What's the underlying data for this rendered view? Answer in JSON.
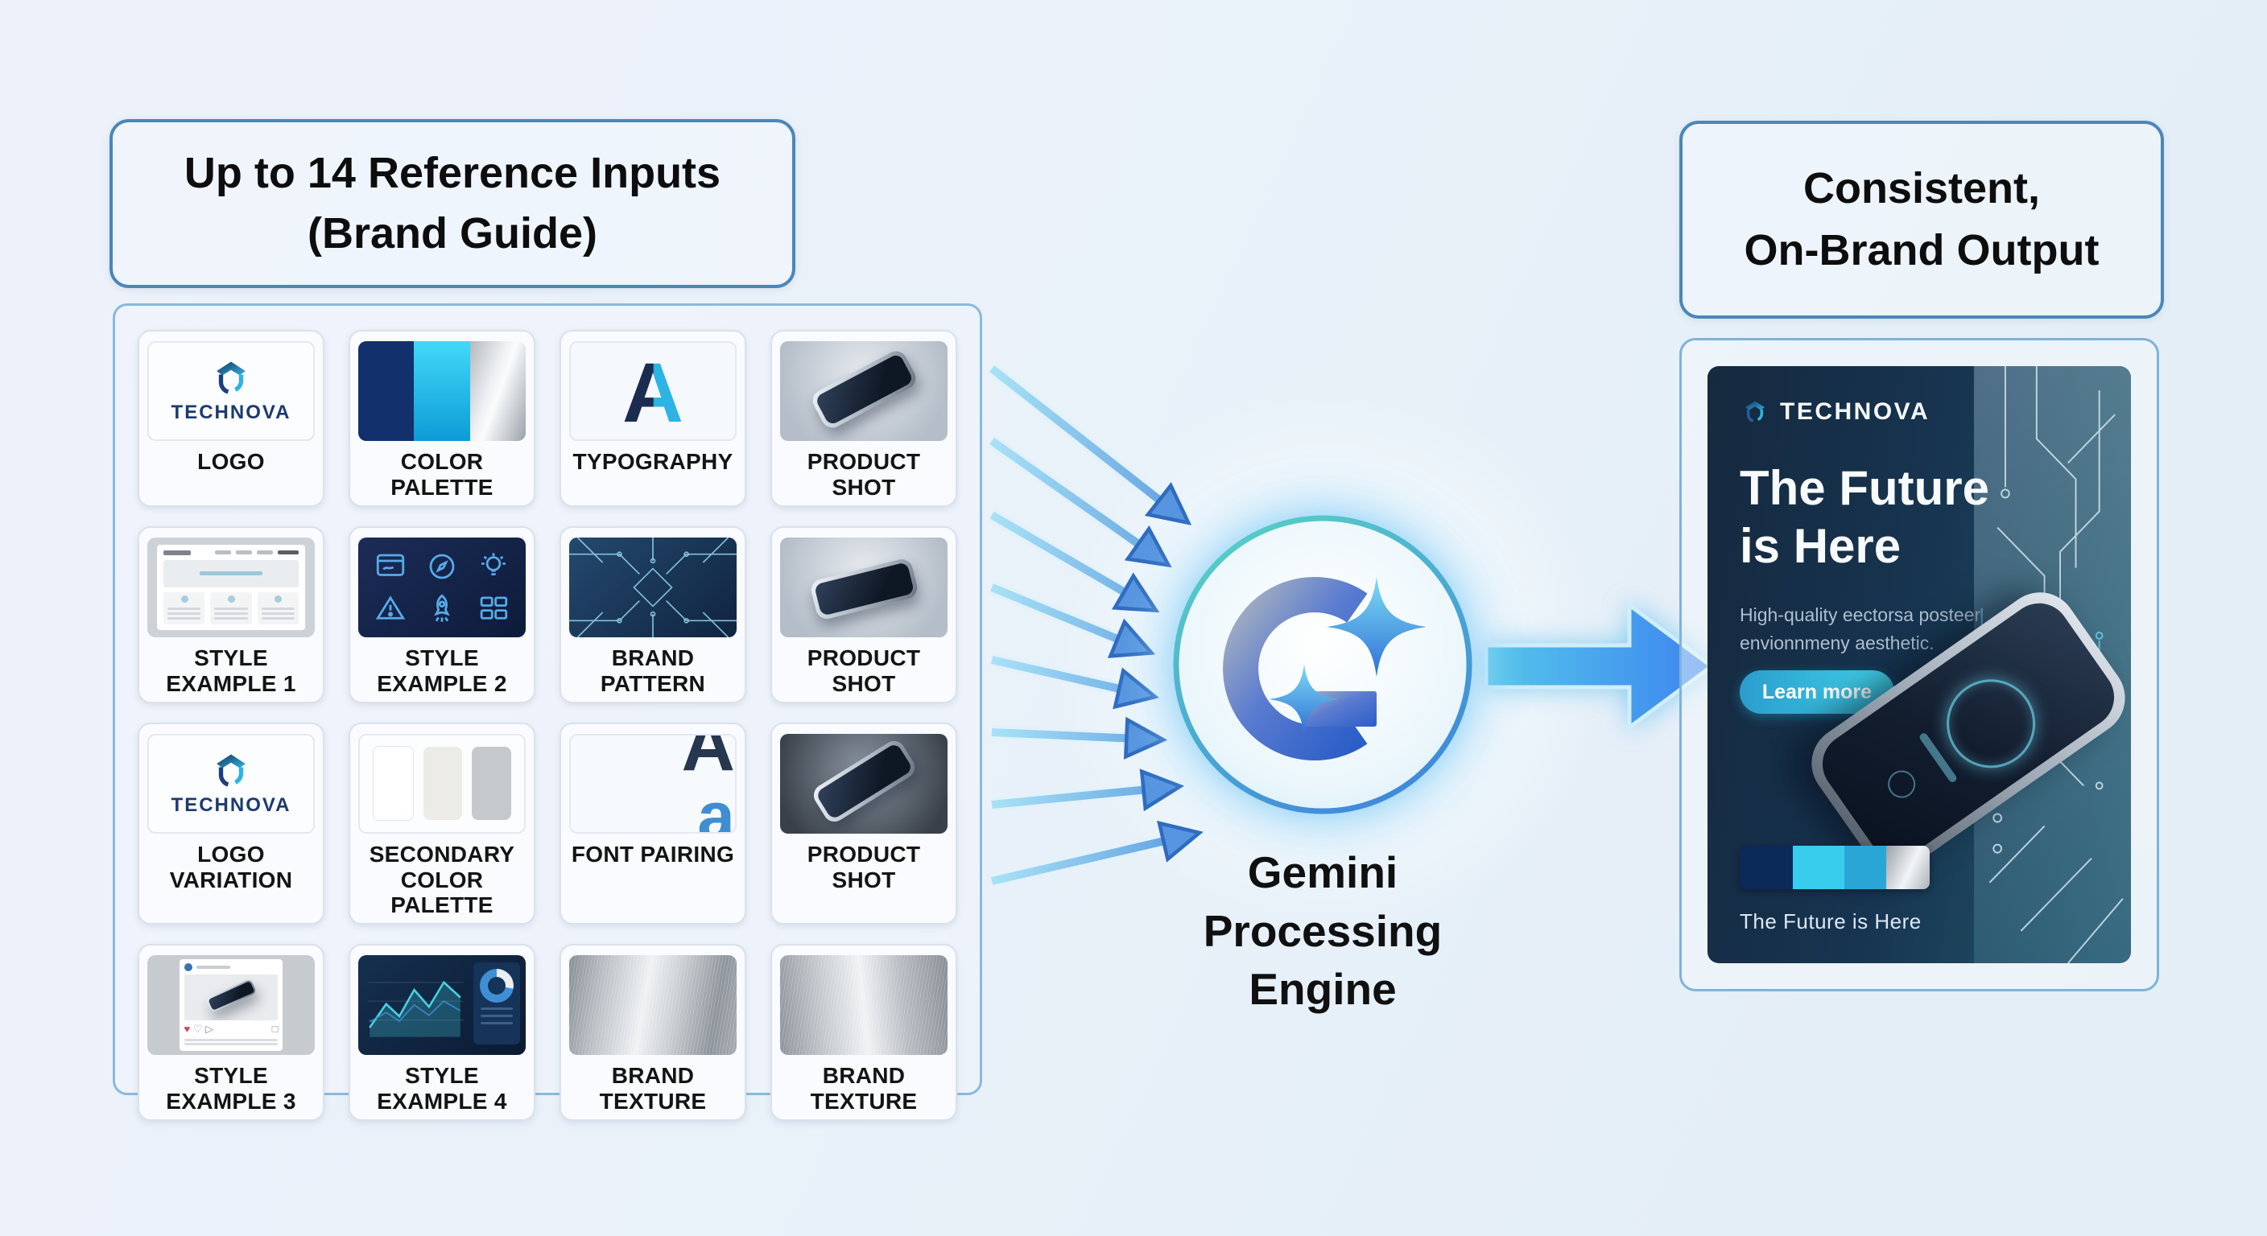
{
  "brand": {
    "name": "TECHNOVA"
  },
  "input_section": {
    "title": "Up to 14 Reference Inputs\n(Brand Guide)",
    "tiles": [
      {
        "label": "LOGO",
        "thumbnail": "technova-logo"
      },
      {
        "label": "COLOR\nPALETTE",
        "thumbnail": "primary-color-swatches"
      },
      {
        "label": "TYPOGRAPHY",
        "thumbnail": "letter-specimen",
        "glyph": "A"
      },
      {
        "label": "PRODUCT SHOT",
        "thumbnail": "device-photo-angled"
      },
      {
        "label": "STYLE\nEXAMPLE 1",
        "thumbnail": "website-wireframe"
      },
      {
        "label": "STYLE\nEXAMPLE 2",
        "thumbnail": "outline-icon-set-dark"
      },
      {
        "label": "BRAND\nPATTERN",
        "thumbnail": "circuit-board-pattern"
      },
      {
        "label": "PRODUCT SHOT",
        "thumbnail": "device-photo-flat"
      },
      {
        "label": "LOGO\nVARIATION",
        "thumbnail": "technova-logo"
      },
      {
        "label": "SECONDARY\nCOLOR PALETTE",
        "thumbnail": "neutral-color-swatches"
      },
      {
        "label": "FONT PAIRING",
        "thumbnail": "font-pair-specimen",
        "glyph_primary": "A",
        "glyph_secondary": "a"
      },
      {
        "label": "PRODUCT SHOT",
        "thumbnail": "device-photo-dark"
      },
      {
        "label": "STYLE\nEXAMPLE 3",
        "thumbnail": "social-post-mockup"
      },
      {
        "label": "STYLE\nEXAMPLE 4",
        "thumbnail": "analytics-dashboard"
      },
      {
        "label": "BRAND\nTEXTURE",
        "thumbnail": "brushed-metal-texture"
      },
      {
        "label": "BRAND TEXTURE",
        "thumbnail": "brushed-metal-texture"
      }
    ]
  },
  "engine": {
    "label": "Gemini\nProcessing\nEngine",
    "logo": "gemini-g-sparkle"
  },
  "output_section": {
    "title": "Consistent,\nOn-Brand Output",
    "poster": {
      "brand": "TECHNOVA",
      "headline": "The Future\nis Here",
      "subtext": "High-quality eectorsa posteer\nenvionnmeny aesthetic.",
      "cta_label": "Learn more",
      "caption": "The Future is Here"
    }
  },
  "colors": {
    "brand_navy": "#12306b",
    "brand_cyan": "#19b8e8",
    "accent_blue": "#3f86ef",
    "silver": "#c9cdd2",
    "background": "#eaf1f8",
    "title_box_border": "#4b86b8",
    "panel_border": "#8ab9dc",
    "poster_background": "#16293f",
    "cta_gradient_start": "#2b9ccd",
    "cta_gradient_end": "#41d3e9"
  }
}
